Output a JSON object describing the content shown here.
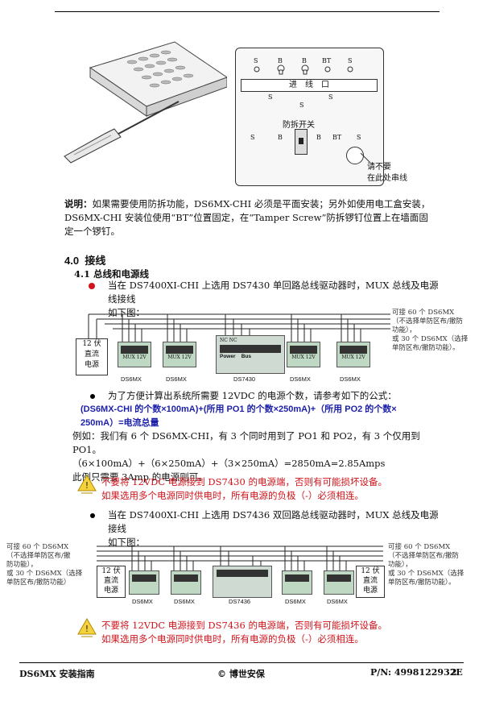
{
  "top_panel": {
    "label_s": "S",
    "label_b": "B",
    "label_bt": "BT",
    "wire_entry": "进　线　口",
    "tamper_switch": "防拆开关",
    "note_line1": "请不要",
    "note_line2": "在此处串线"
  },
  "description": {
    "lead": "说明：",
    "line1": "如果需要使用防拆功能，DS6MX-CHI 必须是平面安装；另外如使用电工盒安装，",
    "line2": "DS6MX-CHI 安装位使用“BT”位置固定，在“Tamper Screw”防拆锣钉位置上在墙面固",
    "line3": "定一个锣钉。"
  },
  "section": {
    "number": "4.0",
    "title": "接线"
  },
  "subsection": {
    "number": "4.1",
    "title": "总线和电源线"
  },
  "para1": {
    "line1": "当在 DS7400XI-CHI 上选用 DS7430 单回路总线驱动器时，MUX 总线及电源线接线",
    "line2": "如下图："
  },
  "diagram1": {
    "power_label": "12 伏\n直流\n电源",
    "module_label": "DS6MX",
    "driver_label": "DS7430",
    "mux_label": "MUX",
    "v12_label": "12V",
    "power_term": "Power",
    "bus_term": "Bus",
    "nc_label": "NC NC",
    "right_note": {
      "line1": "可接 60 个 DS6MX",
      "line2": "（不选择单防区布/撤防",
      "line3": "功能），",
      "line4": "或 30 个 DS6MX（选择",
      "line5": "单防区布/撤防功能）。"
    }
  },
  "para2": {
    "line1": "为了方便计算出系统所需要 12VDC 的电源个数，请参考如下的公式：",
    "formula1": "(DS6MX-CHI 的个数×100mA)+(所用 PO1 的个数×250mA)+（所用 PO2 的个数×",
    "formula2": "250mA）=电流总量",
    "example1": "例如：我们有 6 个 DS6MX-CHI，有 3 个同时用到了 PO1 和 PO2，有 3 个仅用到 PO1。",
    "example2": "（6×100mA）+（6×250mA）+（3×250mA）=2850mA=2.85Amps",
    "example3": "此例只需要 3Amp 的电源则可。"
  },
  "warning1": {
    "line1": "不要将 12VDC 电源接到 DS7430 的电源端，否则有可能损坏设备。",
    "line2": "如果选用多个电源同时供电时，所有电源的负极（-）必须相连。"
  },
  "para3": {
    "line1": "当在 DS7400XI-CHI 上选用 DS7436 双回路总线驱动器时，MUX 总线及电源接线",
    "line2": "如下图："
  },
  "diagram2": {
    "power_label": "12 伏\n直流\n电源",
    "module_label": "DS6MX",
    "driver_label": "DS7436",
    "left_note": {
      "line1": "可接 60 个 DS6MX",
      "line2": "（不选择单防区布/撤",
      "line3": "防功能），",
      "line4": "或 30 个 DS6MX（选择",
      "line5": "单防区布/撤防功能）"
    },
    "right_note": {
      "line1": "可接 60 个 DS6MX",
      "line2": "（不选择单防区布/撤防",
      "line3": "功能），",
      "line4": "或 30 个 DS6MX（选择",
      "line5": "单防区布/撤防功能）。"
    }
  },
  "warning2": {
    "line1": "不要将 12VDC 电源接到 DS7436 的电源端，否则有可能损坏设备。",
    "line2": "如果选用多个电源同时供电时，所有电源的负极（-）必须相连。"
  },
  "footer": {
    "left": "DS6MX 安装指南",
    "center": "© 博世安保",
    "right": "P/N: 4998122932E",
    "page": "2"
  }
}
